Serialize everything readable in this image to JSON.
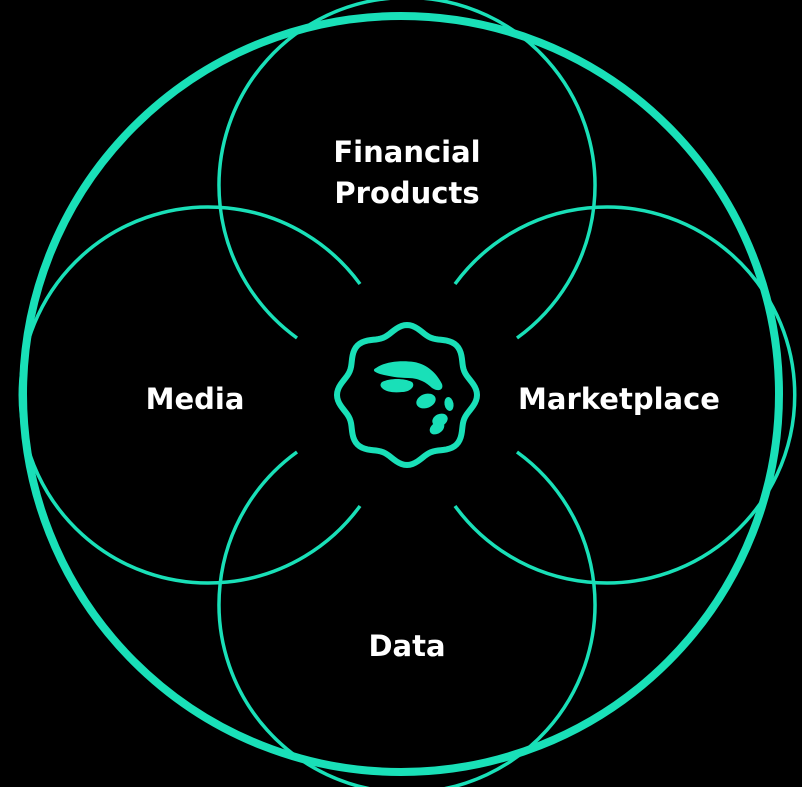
{
  "colors": {
    "background": "#000000",
    "accent": "#19e0b8",
    "text": "#ffffff"
  },
  "diagram": {
    "segments": {
      "top": {
        "line1": "Financial",
        "line2": "Products"
      },
      "left": {
        "label": "Media"
      },
      "right": {
        "label": "Marketplace"
      },
      "bottom": {
        "label": "Data"
      }
    },
    "center_icon": "brand-logo-badge-icon"
  }
}
